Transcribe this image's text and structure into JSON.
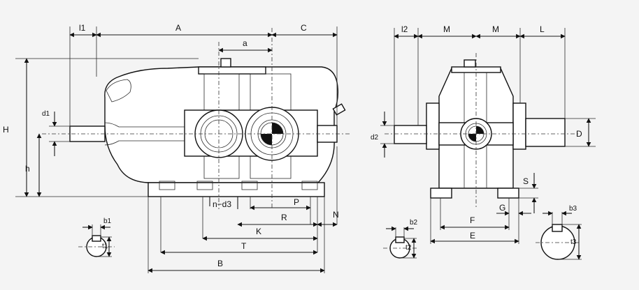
{
  "labels": {
    "l1": "l1",
    "A": "A",
    "C": "C",
    "a": "a",
    "H": "H",
    "d1": "d1",
    "h": "h",
    "n_d3": "n−d3",
    "P": "P",
    "R": "R",
    "N": "N",
    "K": "K",
    "T": "T",
    "B": "B",
    "b1": "b1",
    "t1": "t1",
    "l2": "l2",
    "M_left": "M",
    "M_right": "M",
    "L": "L",
    "d2": "d2",
    "D": "D",
    "S": "S",
    "G": "G",
    "F": "F",
    "E": "E",
    "b2": "b2",
    "t2": "t2",
    "b3": "b3",
    "t3": "t3"
  }
}
